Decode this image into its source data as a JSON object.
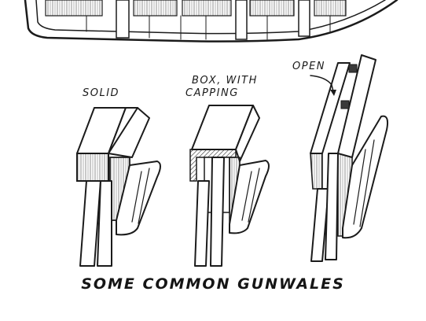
{
  "labels": {
    "solid": "SOLID",
    "box_line1": "BOX, WITH",
    "box_line2": "CAPPING",
    "open": "OPEN"
  },
  "caption": "SOME COMMON GUNWALES"
}
